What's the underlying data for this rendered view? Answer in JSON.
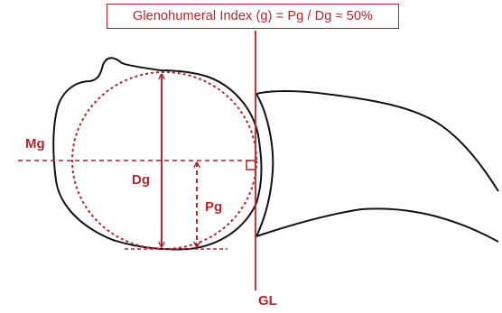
{
  "title": "Glenohumeral Index (g) = Pg / Dg ≈ 50%",
  "labels": {
    "mg": "Mg",
    "dg": "Dg",
    "pg": "Pg",
    "gl": "GL"
  },
  "colors": {
    "accent": "#b3262b",
    "outline": "#111111"
  }
}
